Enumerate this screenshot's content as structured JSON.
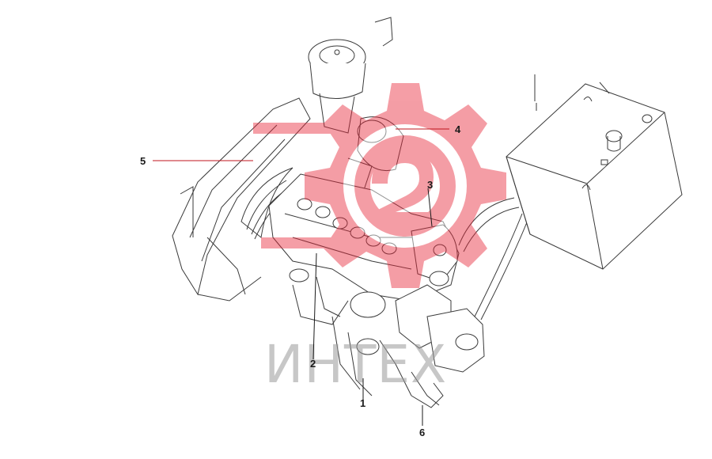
{
  "diagram": {
    "callouts": [
      {
        "id": "1",
        "label": "1"
      },
      {
        "id": "2",
        "label": "2"
      },
      {
        "id": "3",
        "label": "3"
      },
      {
        "id": "4",
        "label": "4"
      },
      {
        "id": "5",
        "label": "5"
      },
      {
        "id": "6",
        "label": "6"
      }
    ]
  },
  "watermark": {
    "text": "ИНТЕХ",
    "color": "#e8283a"
  },
  "colors": {
    "line": "#3a3a3a",
    "leader": "#c0141c",
    "background": "#ffffff"
  }
}
